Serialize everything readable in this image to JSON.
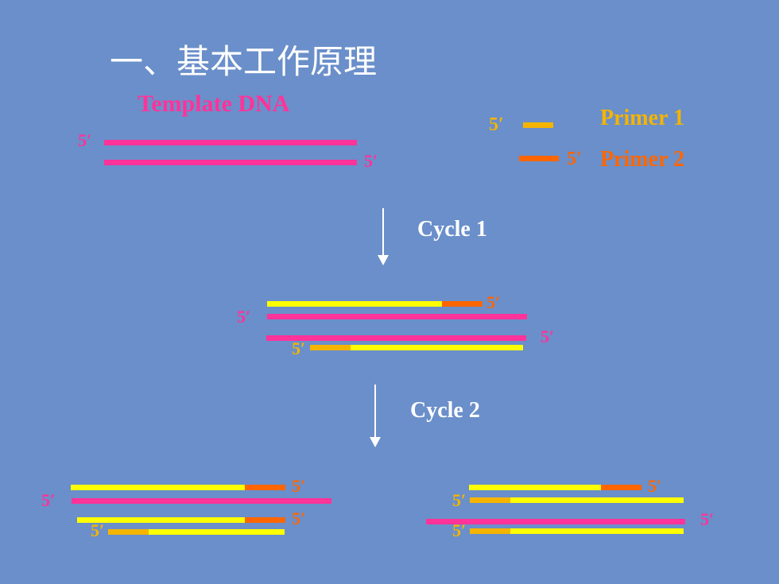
{
  "title": "一、基本工作原理",
  "template_label": "Template DNA",
  "primer1_label": "Primer 1",
  "primer2_label": "Primer 2",
  "five_prime": "5′",
  "cycle1_label": "Cycle 1",
  "cycle2_label": "Cycle 2",
  "colors": {
    "background": "#6a8fca",
    "template": "#ff3399",
    "new_strand": "#ffff00",
    "primer1": "#f5b400",
    "primer2": "#ff6600",
    "white": "#ffffff"
  }
}
